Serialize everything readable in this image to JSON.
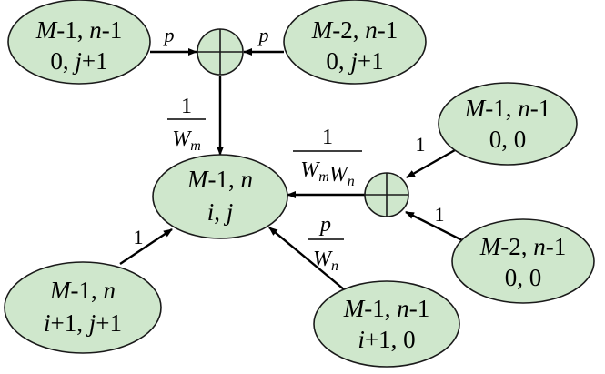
{
  "colors": {
    "node_fill": "#cfe7cc",
    "stroke": "#1a1a1a",
    "edge": "#000000",
    "background": "#ffffff"
  },
  "nodes": {
    "top_left": {
      "line1": "M-1, n-1",
      "line2": "0, j+1"
    },
    "top_right": {
      "line1": "M-2, n-1",
      "line2": "0, j+1"
    },
    "center": {
      "line1": "M-1, n",
      "line2": "i, j"
    },
    "right_top": {
      "line1": "M-1, n-1",
      "line2": "0, 0"
    },
    "right_bottom": {
      "line1": "M-2, n-1",
      "line2": "0, 0"
    },
    "bottom_left": {
      "line1": "M-1, n",
      "line2": "i+1, j+1"
    },
    "bottom_mid": {
      "line1": "M-1, n-1",
      "line2": "i+1, 0"
    }
  },
  "sum_nodes": {
    "top": {
      "icon": "circled-plus-icon"
    },
    "right": {
      "icon": "circled-plus-icon"
    }
  },
  "edge_labels": {
    "top_left_to_sum": "p",
    "top_right_to_sum": "p",
    "sum_top_to_center": {
      "numerator": "1",
      "denominator": "Wm"
    },
    "sum_right_to_center": {
      "numerator": "1",
      "denominator": "WmWn"
    },
    "right_top_to_sum": "1",
    "right_bottom_to_sum": "1",
    "bottom_left_to_center": "1",
    "bottom_mid_to_center": {
      "numerator": "p",
      "denominator": "Wn"
    }
  }
}
